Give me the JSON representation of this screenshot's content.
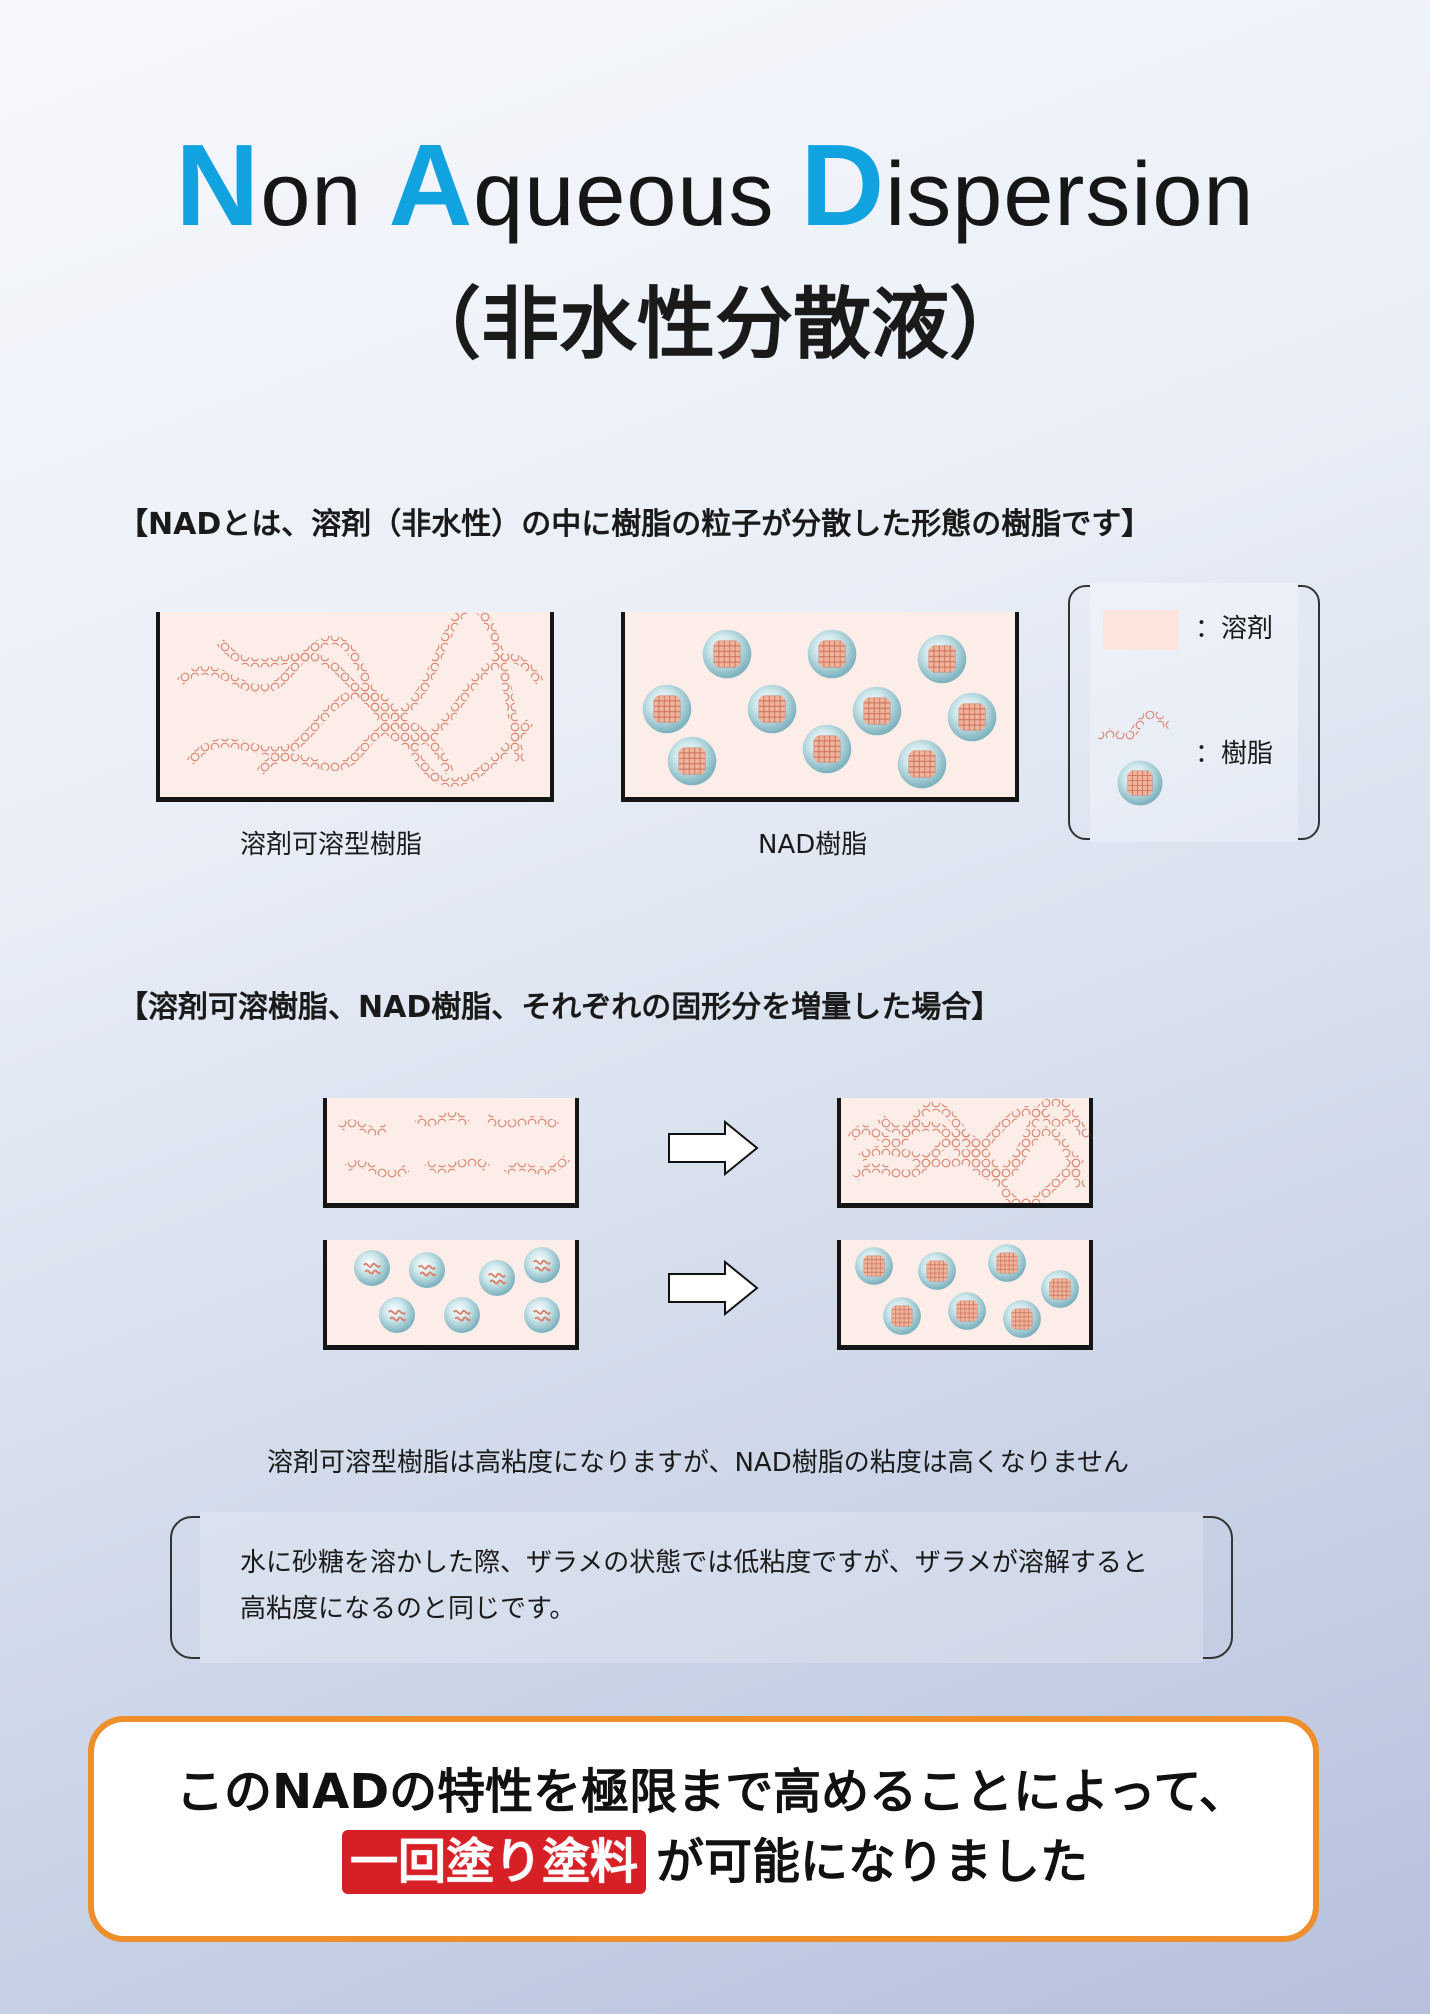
{
  "title": {
    "en": [
      {
        "cap": "N",
        "rest": "on "
      },
      {
        "cap": "A",
        "rest": "queous "
      },
      {
        "cap": "D",
        "rest": "ispersion"
      }
    ],
    "jp": "（非水性分散液）"
  },
  "section1": {
    "heading": "【NADとは、溶剤（非水性）の中に樹脂の粒子が分散した形態の樹脂です】",
    "caption_left": "溶剤可溶型樹脂",
    "caption_right": "NAD樹脂",
    "legend": {
      "solvent_label": "：溶剤",
      "resin_label": "：樹脂"
    }
  },
  "section2": {
    "heading": "【溶剤可溶樹脂、NAD樹脂、それぞれの固形分を増量した場合】",
    "summary": "溶剤可溶型樹脂は高粘度になりますが、NAD樹脂の粘度は高くなりません",
    "note_line1": "水に砂糖を溶かした際、ザラメの状態では低粘度ですが、ザラメが溶解すると",
    "note_line2": "高粘度になるのと同じです。"
  },
  "final": {
    "line1": "このNADの特性を極限まで高めることによって、",
    "highlight": "一回塗り塗料",
    "line2_rest": "が可能になりました"
  },
  "colors": {
    "accent_blue": "#11a3e0",
    "solvent": "#fdede8",
    "resin_coil": "#d9846e",
    "frame_orange": "#ef8f2c",
    "highlight_red": "#d71f26"
  }
}
